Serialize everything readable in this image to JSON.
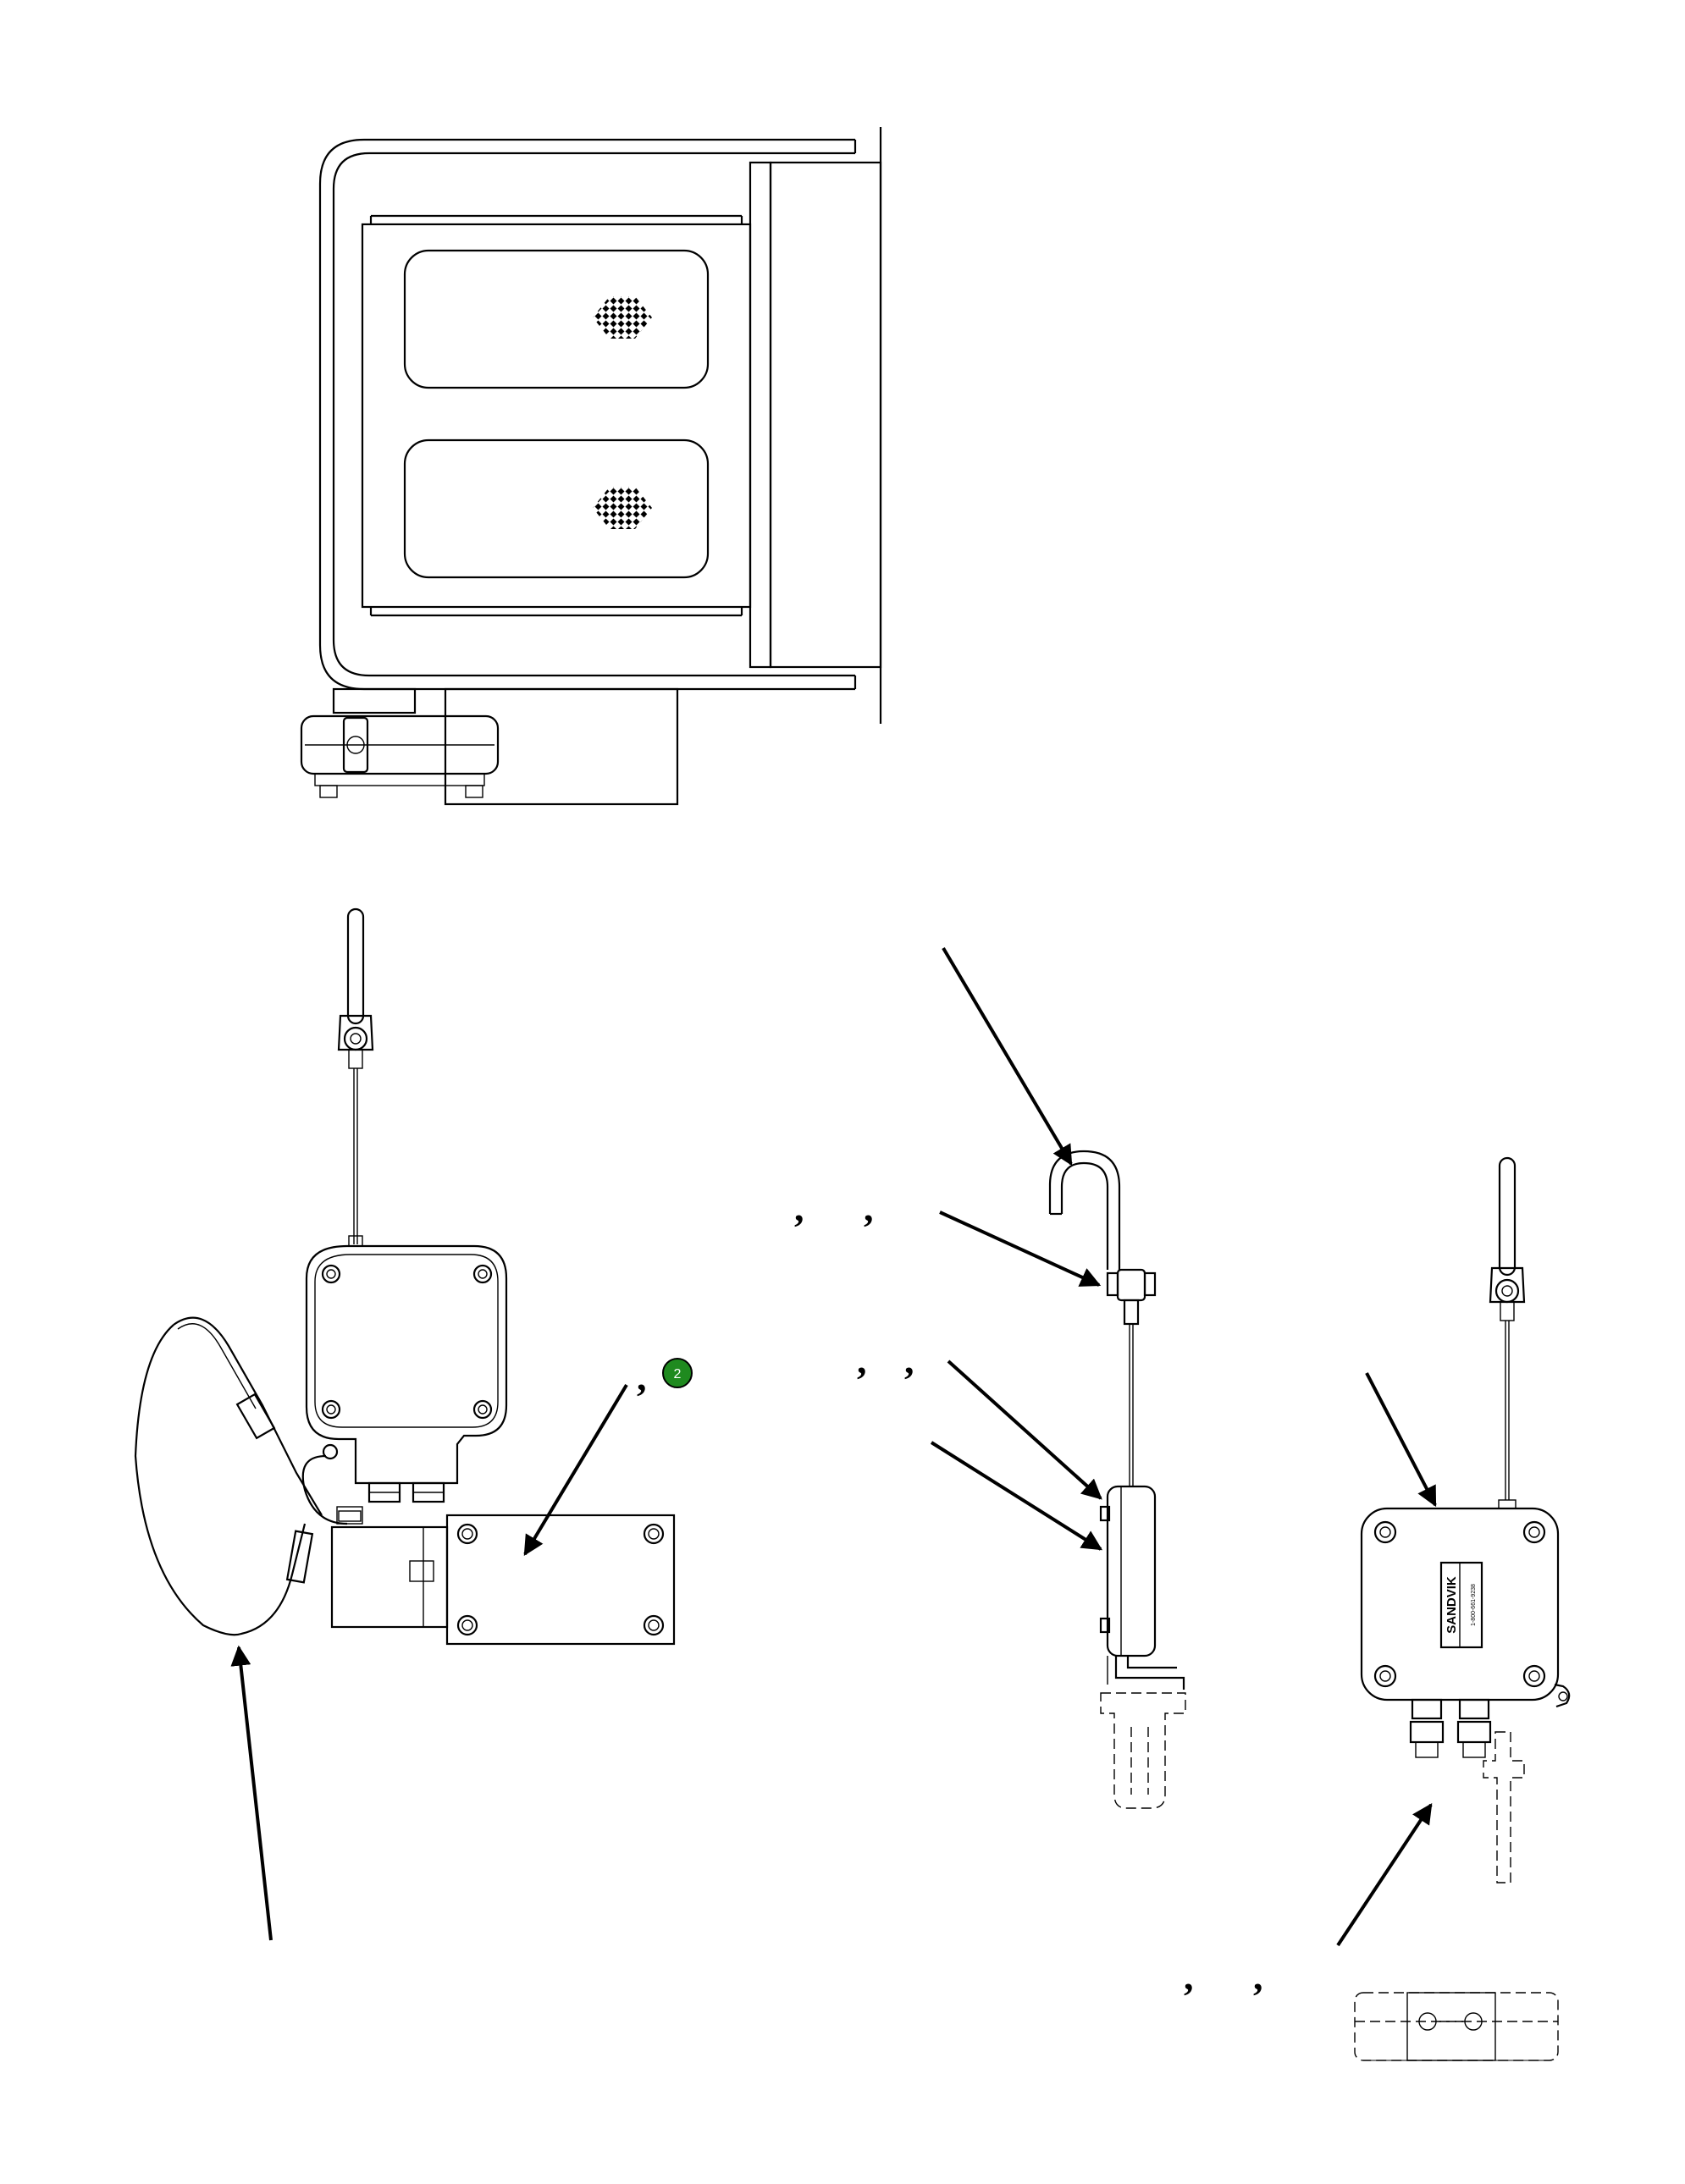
{
  "callouts": {
    "comma": ",",
    "item_badge": {
      "label": "2",
      "color": "#1f8a1f"
    }
  },
  "label_plate": {
    "brand": "SANDVIK",
    "phone": "1-800-661-9238"
  },
  "colors": {
    "line": "#000000",
    "background": "#ffffff",
    "badge": "#1f8a1f"
  }
}
